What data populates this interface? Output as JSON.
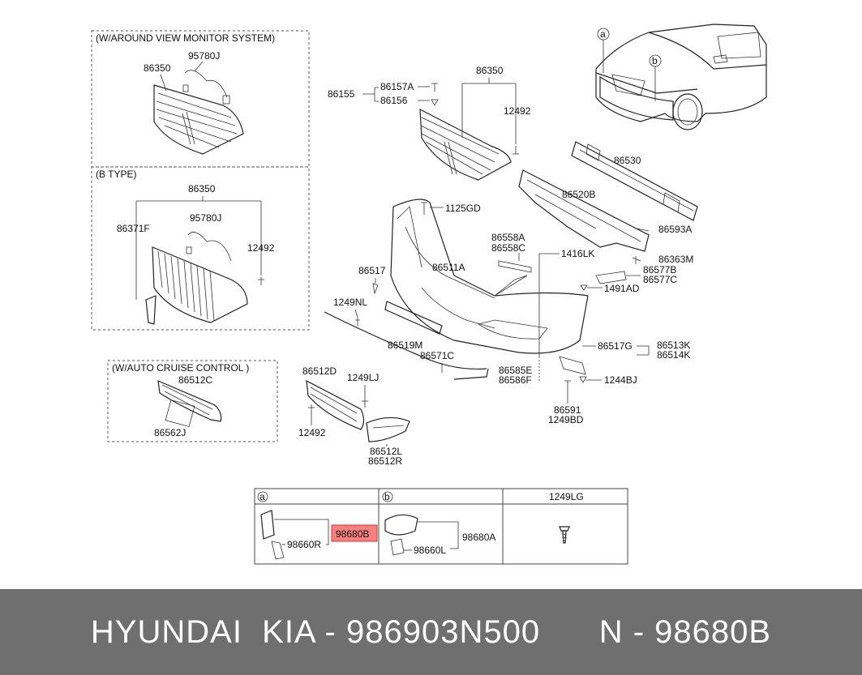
{
  "box_titles": {
    "around_view": "(W/AROUND VIEW MONITOR SYSTEM)",
    "b_type": "(B TYPE)",
    "auto_cruise": "(W/AUTO CRUISE CONTROL )"
  },
  "callouts": {
    "a": "a",
    "b": "b"
  },
  "labels": {
    "p86350_av": "86350",
    "p95780j_av": "95780J",
    "p86350_bt": "86350",
    "p86371f": "86371F",
    "p95780j_bt": "95780J",
    "p12492_bt": "12492",
    "p86512c": "86512C",
    "p86562j": "86562J",
    "p86155": "86155",
    "p86157a": "86157A",
    "p86156": "86156",
    "p86350_m": "86350",
    "p12492_m": "12492",
    "p86530": "86530",
    "p86520b": "86520B",
    "p86593a": "86593A",
    "p1125gd": "1125GD",
    "p86558a": "86558A",
    "p86558c": "86558C",
    "p1416lk": "1416LK",
    "p86363m": "86363M",
    "p86577b": "86577B",
    "p86577c": "86577C",
    "p1491ad": "1491AD",
    "p86517": "86517",
    "p86511a": "86511A",
    "p1249nl": "1249NL",
    "p86519m": "86519M",
    "p86571c": "86571C",
    "p86585e": "86585E",
    "p86586f": "86586F",
    "p86517g": "86517G",
    "p86513k": "86513K",
    "p86514k": "86514K",
    "p1244bj": "1244BJ",
    "p86591": "86591",
    "p1249bd": "1249BD",
    "p86512d": "86512D",
    "p1249lj": "1249LJ",
    "p12492_l": "12492",
    "p86512l": "86512L",
    "p86512r": "86512R"
  },
  "table": {
    "col_a": "a",
    "col_b": "b",
    "col_c": "1249LG",
    "p98680b": "98680B",
    "p98660r": "98660R",
    "p98680a": "98680A",
    "p98660l": "98660L"
  },
  "footer": {
    "text": "HYUNDAI  KIA - 986903N500      N - 98680B"
  },
  "colors": {
    "footer_bg": "#6f6f6f",
    "highlight": "#f48080"
  }
}
